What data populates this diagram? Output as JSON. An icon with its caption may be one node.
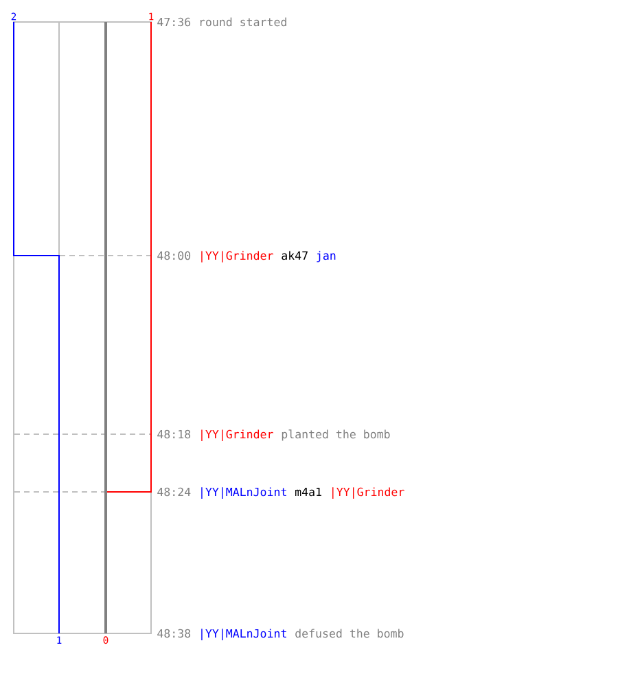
{
  "diagram": {
    "labels": [
      "2",
      "1",
      "47:36",
      "round started",
      "48:00",
      "|YY|Grinder",
      "ak47",
      "jan",
      "48:18",
      "|YY|Grinder",
      "planted the bomb",
      "48:24",
      "|YY|MALnJoint",
      "m4a1",
      "|YY|Grinder",
      "48:38",
      "|YY|MALnJoint",
      "defused the bomb",
      "1",
      "0"
    ]
  }
}
